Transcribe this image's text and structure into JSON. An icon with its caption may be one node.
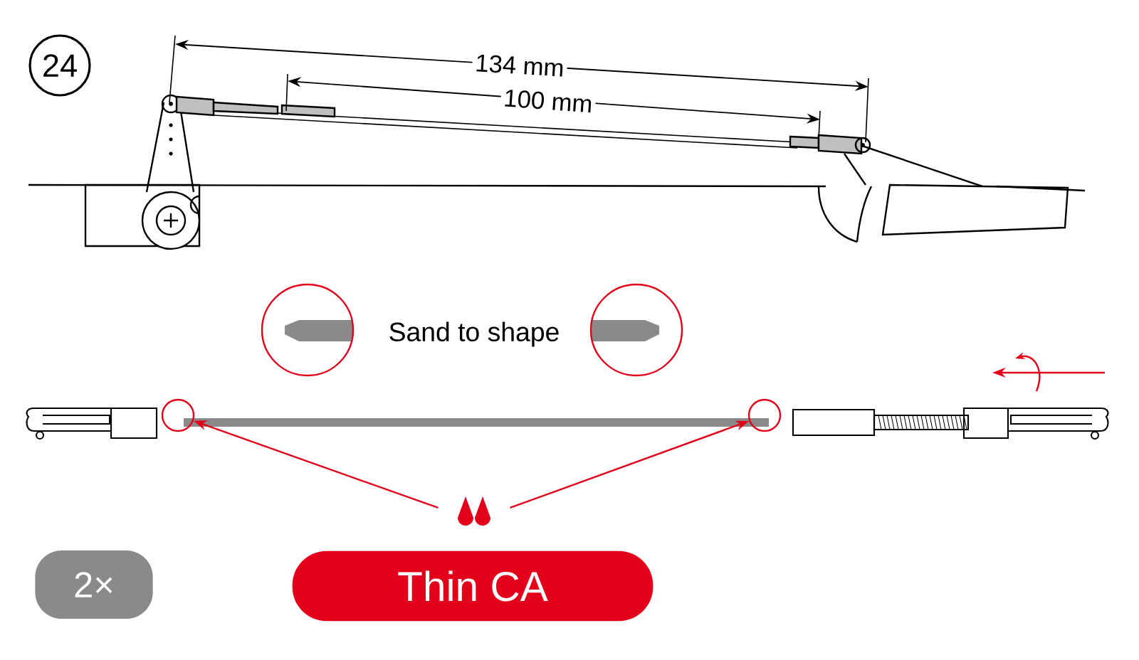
{
  "diagram": {
    "nodes": [
      {
        "text": [
          "24"
        ]
      },
      {
        "text": [
          "2×"
        ]
      },
      {
        "text": [
          "Thin CA"
        ]
      },
      {
        "text": [],
        "shape": "picture"
      },
      {
        "text": [],
        "shape": "circle"
      },
      {
        "text": [],
        "shape": "circle"
      }
    ],
    "edges": [
      {
        "from": 3,
        "to": 4,
        "arrow": "to"
      },
      {
        "from": 3,
        "to": 5,
        "arrow": "to"
      }
    ],
    "labels": [
      "134 mm",
      "100 mm",
      "Sand to shape"
    ]
  }
}
